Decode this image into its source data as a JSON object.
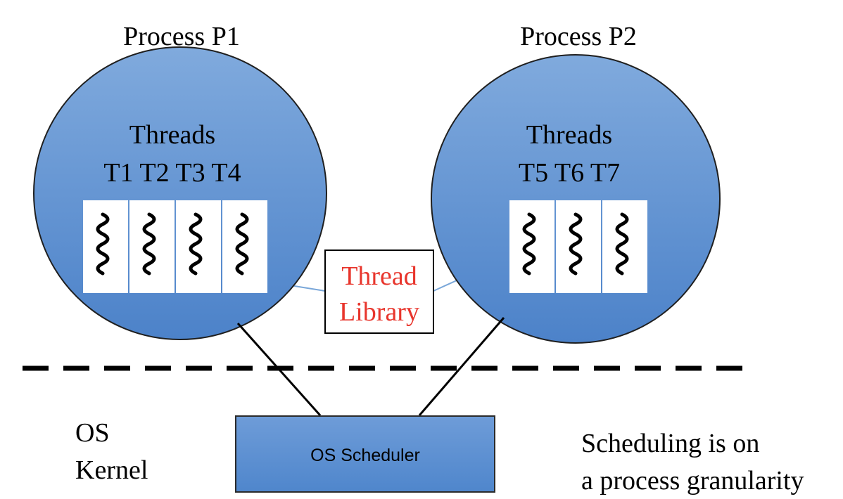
{
  "process_p1": {
    "title": "Process P1",
    "threads_label": "Threads",
    "thread_ids": "T1 T2 T3 T4",
    "thread_count": 4
  },
  "process_p2": {
    "title": "Process P2",
    "threads_label": "Threads",
    "thread_ids": "T5 T6 T7",
    "thread_count": 3
  },
  "thread_library": {
    "line1": "Thread",
    "line2": "Library",
    "color": "#e8352c"
  },
  "os_kernel": {
    "line1": "OS",
    "line2": "Kernel"
  },
  "os_scheduler": {
    "label": "OS Scheduler"
  },
  "note": {
    "line1": "Scheduling is on",
    "line2": "a process granularity"
  },
  "colors": {
    "process_fill_top": "#7aa6dc",
    "process_fill_bottom": "#4f85cc",
    "process_stroke": "#1f1f1f",
    "scheduler_fill": "#5b8fd0",
    "link_line": "#7aa7d9"
  }
}
